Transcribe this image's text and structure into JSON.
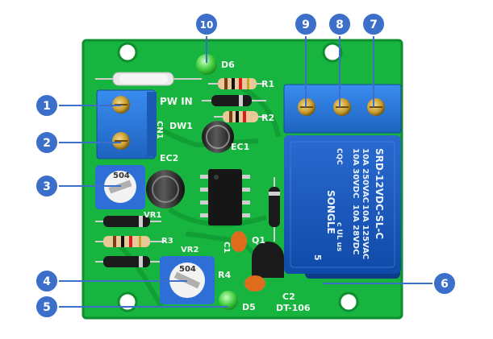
{
  "colors": {
    "pcb": "#17b540",
    "pcb_dark": "#0e8e2f",
    "terminal_blue": "#2877d8",
    "relay_blue": "#1756b8",
    "marker_blue": "#3b6fc9",
    "led_green": "#3ccb3c",
    "capacitor_orange": "#e06d1e"
  },
  "icons": [
    "mounting-hole",
    "screw-terminal",
    "potentiometer",
    "electrolytic-capacitor",
    "ic-chip",
    "diode",
    "resistor",
    "led",
    "transistor",
    "relay"
  ],
  "markers": [
    {
      "label": "1"
    },
    {
      "label": "2"
    },
    {
      "label": "3"
    },
    {
      "label": "4"
    },
    {
      "label": "5"
    },
    {
      "label": "6"
    },
    {
      "label": "7"
    },
    {
      "label": "8"
    },
    {
      "label": "9"
    },
    {
      "label": "10"
    }
  ],
  "silkscreen": {
    "pw_in": "PW IN",
    "cn1": "CN1",
    "d6": "D6",
    "r1": "R1",
    "r2": "R2",
    "dw1": "DW1",
    "ec1": "EC1",
    "ec2": "EC2",
    "vr1": "VR1",
    "vr2": "VR2",
    "r3": "R3",
    "r4": "R4",
    "q1": "Q1",
    "c1": "C1",
    "c2": "C2",
    "d5": "D5",
    "board_id": "DT-106",
    "pot1_value": "504",
    "pot2_value": "504"
  },
  "relay": {
    "line1": "10A 250VAC",
    "line2": "10A 30VDC",
    "line3": "10A 125VAC",
    "line4": "10A 28VDC",
    "model": "SRD-12VDC-SL-C",
    "brand": "SONGLE",
    "cqc": "CQC",
    "ul": "c UL us",
    "pin_count": "5"
  }
}
